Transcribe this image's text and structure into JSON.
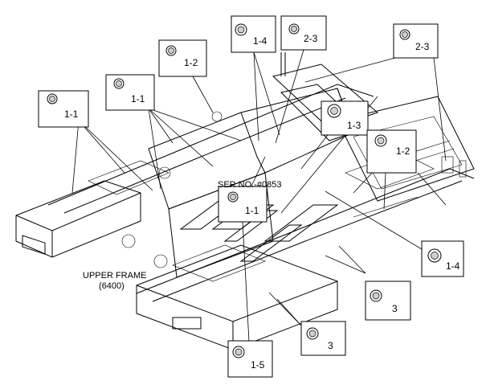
{
  "frame_label": "UPPER FRAME",
  "frame_code": "(6400)",
  "serial_note": "SER NO.-#0853",
  "callouts": [
    {
      "id": "c-1-1-left",
      "label": "1-1"
    },
    {
      "id": "c-1-1-mid",
      "label": "1-1"
    },
    {
      "id": "c-1-2-top",
      "label": "1-2"
    },
    {
      "id": "c-1-4-top",
      "label": "1-4"
    },
    {
      "id": "c-2-3-top",
      "label": "2-3"
    },
    {
      "id": "c-2-3-right",
      "label": "2-3"
    },
    {
      "id": "c-1-3",
      "label": "1-3"
    },
    {
      "id": "c-1-2-right",
      "label": "1-2"
    },
    {
      "id": "c-1-1-center",
      "label": "1-1"
    },
    {
      "id": "c-1-4-right",
      "label": "1-4"
    },
    {
      "id": "c-3-right",
      "label": "3"
    },
    {
      "id": "c-3-bottom",
      "label": "3"
    },
    {
      "id": "c-1-5",
      "label": "1-5"
    }
  ]
}
